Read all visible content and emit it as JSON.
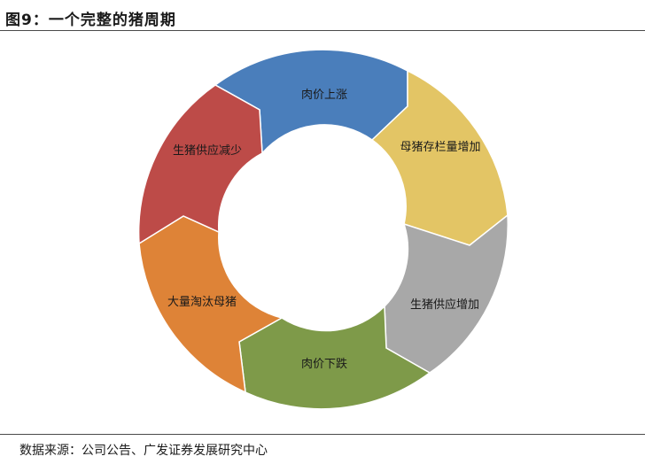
{
  "figure": {
    "title": "图9：一个完整的猪周期",
    "source": "数据来源：公司公告、广发证券发展研究中心"
  },
  "cycle": {
    "segments": [
      {
        "label": "肉价上涨",
        "color": "#4a7ebb"
      },
      {
        "label": "母猪存栏量增加",
        "color": "#e3c565"
      },
      {
        "label": "生猪供应增加",
        "color": "#a8a8a8"
      },
      {
        "label": "肉价下跌",
        "color": "#7e9a49"
      },
      {
        "label": "大量淘汰母猪",
        "color": "#de8337"
      },
      {
        "label": "生猪供应减少",
        "color": "#bd4b48"
      }
    ]
  }
}
